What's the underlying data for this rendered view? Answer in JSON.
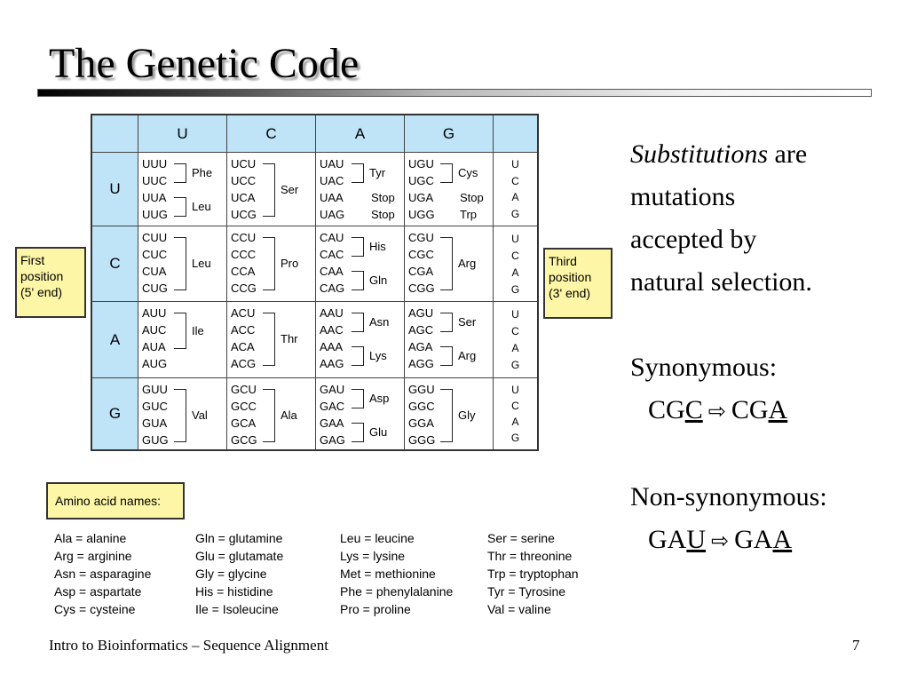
{
  "slide": {
    "title": "The Genetic Code",
    "footer_left": "Intro to Bioinformatics – Sequence Alignment",
    "page_number": "7"
  },
  "table": {
    "col_headers": [
      "U",
      "C",
      "A",
      "G"
    ],
    "row_headers": [
      "U",
      "C",
      "A",
      "G"
    ],
    "first_position_label": [
      "First",
      "position",
      "(5' end)"
    ],
    "third_position_label": [
      "Third",
      "position",
      "(3' end)"
    ],
    "third_bases": [
      "U",
      "C",
      "A",
      "G"
    ],
    "rows": [
      [
        {
          "codons": [
            "UUU",
            "UUC",
            "UUA",
            "UUG"
          ],
          "groups": [
            {
              "aa": "Phe",
              "span": [
                0,
                1
              ]
            },
            {
              "aa": "Leu",
              "span": [
                2,
                3
              ]
            }
          ]
        },
        {
          "codons": [
            "UCU",
            "UCC",
            "UCA",
            "UCG"
          ],
          "groups": [
            {
              "aa": "Ser",
              "span": [
                0,
                3
              ]
            }
          ]
        },
        {
          "codons": [
            "UAU",
            "UAC",
            "UAA",
            "UAG"
          ],
          "groups": [
            {
              "aa": "Tyr",
              "span": [
                0,
                1
              ]
            },
            {
              "aa": "Stop",
              "span": [
                2,
                2
              ],
              "plain": true
            },
            {
              "aa": "Stop",
              "span": [
                3,
                3
              ],
              "plain": true
            }
          ]
        },
        {
          "codons": [
            "UGU",
            "UGC",
            "UGA",
            "UGG"
          ],
          "groups": [
            {
              "aa": "Cys",
              "span": [
                0,
                1
              ]
            },
            {
              "aa": "Stop",
              "span": [
                2,
                2
              ],
              "plain": true
            },
            {
              "aa": "Trp",
              "span": [
                3,
                3
              ],
              "plain": true
            }
          ]
        }
      ],
      [
        {
          "codons": [
            "CUU",
            "CUC",
            "CUA",
            "CUG"
          ],
          "groups": [
            {
              "aa": "Leu",
              "span": [
                0,
                3
              ]
            }
          ]
        },
        {
          "codons": [
            "CCU",
            "CCC",
            "CCA",
            "CCG"
          ],
          "groups": [
            {
              "aa": "Pro",
              "span": [
                0,
                3
              ]
            }
          ]
        },
        {
          "codons": [
            "CAU",
            "CAC",
            "CAA",
            "CAG"
          ],
          "groups": [
            {
              "aa": "His",
              "span": [
                0,
                1
              ]
            },
            {
              "aa": "Gln",
              "span": [
                2,
                3
              ]
            }
          ]
        },
        {
          "codons": [
            "CGU",
            "CGC",
            "CGA",
            "CGG"
          ],
          "groups": [
            {
              "aa": "Arg",
              "span": [
                0,
                3
              ]
            }
          ]
        }
      ],
      [
        {
          "codons": [
            "AUU",
            "AUC",
            "AUA",
            "AUG"
          ],
          "groups": [
            {
              "aa": "Ile",
              "span": [
                0,
                2
              ]
            }
          ]
        },
        {
          "codons": [
            "ACU",
            "ACC",
            "ACA",
            "ACG"
          ],
          "groups": [
            {
              "aa": "Thr",
              "span": [
                0,
                3
              ]
            }
          ]
        },
        {
          "codons": [
            "AAU",
            "AAC",
            "AAA",
            "AAG"
          ],
          "groups": [
            {
              "aa": "Asn",
              "span": [
                0,
                1
              ]
            },
            {
              "aa": "Lys",
              "span": [
                2,
                3
              ]
            }
          ]
        },
        {
          "codons": [
            "AGU",
            "AGC",
            "AGA",
            "AGG"
          ],
          "groups": [
            {
              "aa": "Ser",
              "span": [
                0,
                1
              ]
            },
            {
              "aa": "Arg",
              "span": [
                2,
                3
              ]
            }
          ]
        }
      ],
      [
        {
          "codons": [
            "GUU",
            "GUC",
            "GUA",
            "GUG"
          ],
          "groups": [
            {
              "aa": "Val",
              "span": [
                0,
                3
              ]
            }
          ]
        },
        {
          "codons": [
            "GCU",
            "GCC",
            "GCA",
            "GCG"
          ],
          "groups": [
            {
              "aa": "Ala",
              "span": [
                0,
                3
              ]
            }
          ]
        },
        {
          "codons": [
            "GAU",
            "GAC",
            "GAA",
            "GAG"
          ],
          "groups": [
            {
              "aa": "Asp",
              "span": [
                0,
                1
              ]
            },
            {
              "aa": "Glu",
              "span": [
                2,
                3
              ]
            }
          ]
        },
        {
          "codons": [
            "GGU",
            "GGC",
            "GGA",
            "GGG"
          ],
          "groups": [
            {
              "aa": "Gly",
              "span": [
                0,
                3
              ]
            }
          ]
        }
      ]
    ]
  },
  "amino_acid_names": {
    "heading": "Amino acid names:",
    "columns": [
      [
        "Ala = alanine",
        "Arg = arginine",
        "Asn = asparagine",
        "Asp = aspartate",
        "Cys = cysteine"
      ],
      [
        "Gln = glutamine",
        "Glu = glutamate",
        "Gly = glycine",
        "His = histidine",
        "Ile = Isoleucine"
      ],
      [
        "Leu = leucine",
        "Lys = lysine",
        "Met = methionine",
        "Phe = phenylalanine",
        "Pro = proline"
      ],
      [
        "Ser = serine",
        "Thr = threonine",
        "Trp = tryptophan",
        "Tyr = Tyrosine",
        "Val = valine"
      ]
    ]
  },
  "right_panel": {
    "subst_word": "Substitutions",
    "subst_rest": "are",
    "lines": [
      "mutations",
      "accepted by",
      "natural selection."
    ],
    "synonymous_label": "Synonymous:",
    "syn_from_prefix": "CG",
    "syn_from_base": "C",
    "syn_to_prefix": "CG",
    "syn_to_base": "A",
    "nonsyn_label": "Non-synonymous:",
    "non_from_prefix": "GA",
    "non_from_base": "U",
    "non_to_prefix": "GA",
    "non_to_base": "A"
  }
}
